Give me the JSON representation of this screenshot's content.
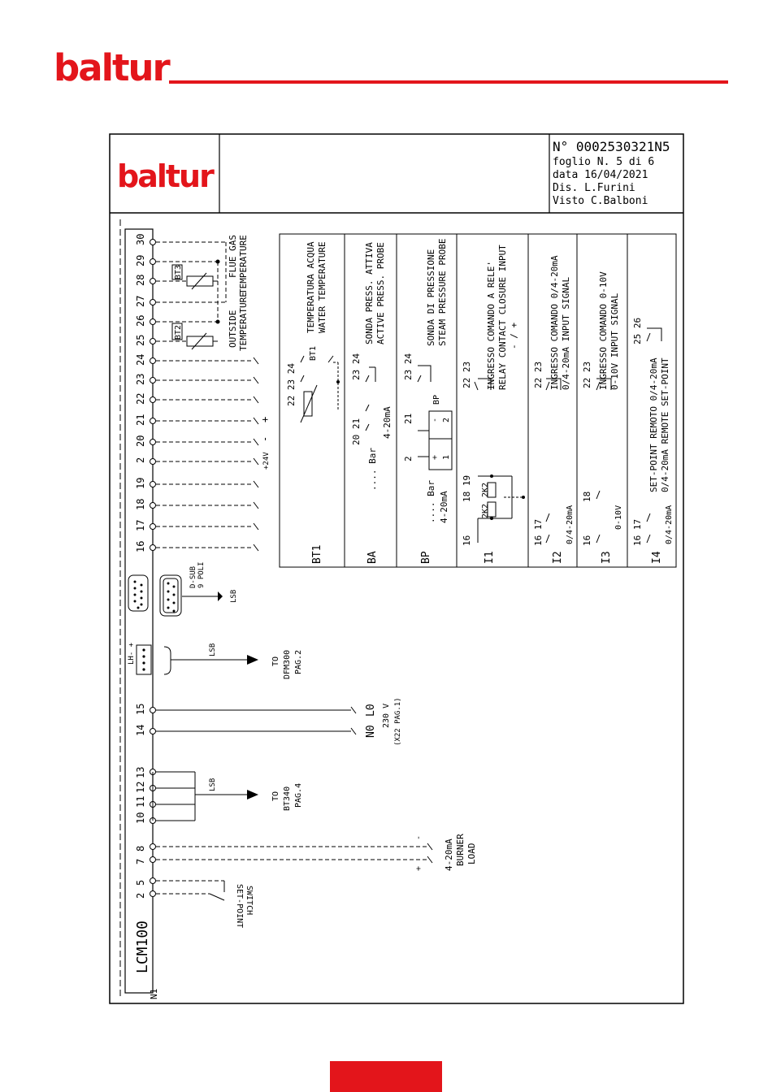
{
  "brand": {
    "logo_text": "baltur",
    "accent_color": "#e3151b"
  },
  "title_block": {
    "doc_number": "N° 0002530321N5",
    "sheet": "foglio N. 5 di 6",
    "date": "data 16/04/2021",
    "drawn_by": "Dis. L.Furini",
    "checked_by": "Visto C.Balboni"
  },
  "diagram": {
    "module_label": "LCM100",
    "module_ref": "N1",
    "terminals": [
      "30",
      "29",
      "28",
      "27",
      "26",
      "25",
      "24",
      "23",
      "22",
      "21",
      "20",
      "2",
      "19",
      "18",
      "17",
      "16",
      "15",
      "14",
      "13",
      "12",
      "11",
      "10",
      "8",
      "7",
      "5",
      "2"
    ],
    "bt3_label": "BT3",
    "bt2_label": "BT2",
    "flue_gas_label": "FLUE GAS",
    "flue_gas_temp": "TEMPERATURE",
    "outside_label": "OUTSIDE",
    "outside_temp": "TEMPERATURE",
    "supply_minus": "-",
    "supply_plus": "+",
    "supply_label": "+24V",
    "dsub_label": "D-SUB",
    "dsub_poles": "9 POLI",
    "lsb_label": "LSB",
    "lh_label": "LH- +",
    "to_dfm_to": "TO",
    "to_dfm_name": "DFM300",
    "to_dfm_page": "PAG.2",
    "power_n": "N0",
    "power_l": "L0",
    "power_v": "230 V",
    "power_ref": "(X22 PAG.1)",
    "to_bt_to": "TO",
    "to_bt_name": "BT340",
    "to_bt_page": "PAG.4",
    "load_signal": "4-20mA",
    "load_burner": "BURNER",
    "load_load": "LOAD",
    "load_minus": "-",
    "load_plus": "+",
    "setpoint_switch_1": "SET-POINT",
    "setpoint_switch_2": "SWITCH"
  },
  "legend_table": {
    "rows": [
      {
        "code": "BT1",
        "desc1": "TEMPERATURA ACQUA",
        "desc2": "WATER TEMPERATURE",
        "pins": "22 23 24",
        "tag": "BT1"
      },
      {
        "code": "BA",
        "desc1": "SONDA PRESS. ATTIVA",
        "desc2": "ACTIVE PRESS. PROBE",
        "pins_a": "20 21",
        "pins_b": "23 24",
        "bar": ".... Bar",
        "ma": "4-20mA"
      },
      {
        "code": "BP",
        "desc1": "SONDA DI PRESSIONE",
        "desc2": "STEAM PRESSURE PROBE",
        "pins_a": "2",
        "pins_b": "21",
        "pins_c": "23 24",
        "bar": ".... Bar",
        "ma": "4-20mA",
        "tag": "BP",
        "plus": "+",
        "minus": "-",
        "n1": "1",
        "n2": "2"
      },
      {
        "code": "I1",
        "desc1": "INGRESSO COMANDO A RELE'",
        "desc2": "RELAY CONTACT CLOSURE INPUT",
        "desc3": "- / +",
        "pins_a": "16",
        "pins_b": "18 19",
        "pins_c": "22 23",
        "relay": "2K2"
      },
      {
        "code": "I2",
        "desc1": "INGRESSO COMANDO 0/4-20mA",
        "desc2": "0/4-20mA INPUT SIGNAL",
        "pins_a": "16 17",
        "pins_b": "22 23",
        "ma": "0/4-20mA"
      },
      {
        "code": "I3",
        "desc1": "INGRESSO COMANDO 0-10V",
        "desc2": "0-10V INPUT SIGNAL",
        "pins_a": "16",
        "pins_b": "18",
        "pins_c": "22 23",
        "v": "0-10V"
      },
      {
        "code": "I4",
        "desc1": "SET-POINT REMOTO 0/4-20mA",
        "desc2": "0/4-20mA REMOTE SET-POINT",
        "pins_a": "16 17",
        "pins_b": "25 26",
        "ma": "0/4-20mA"
      }
    ]
  }
}
